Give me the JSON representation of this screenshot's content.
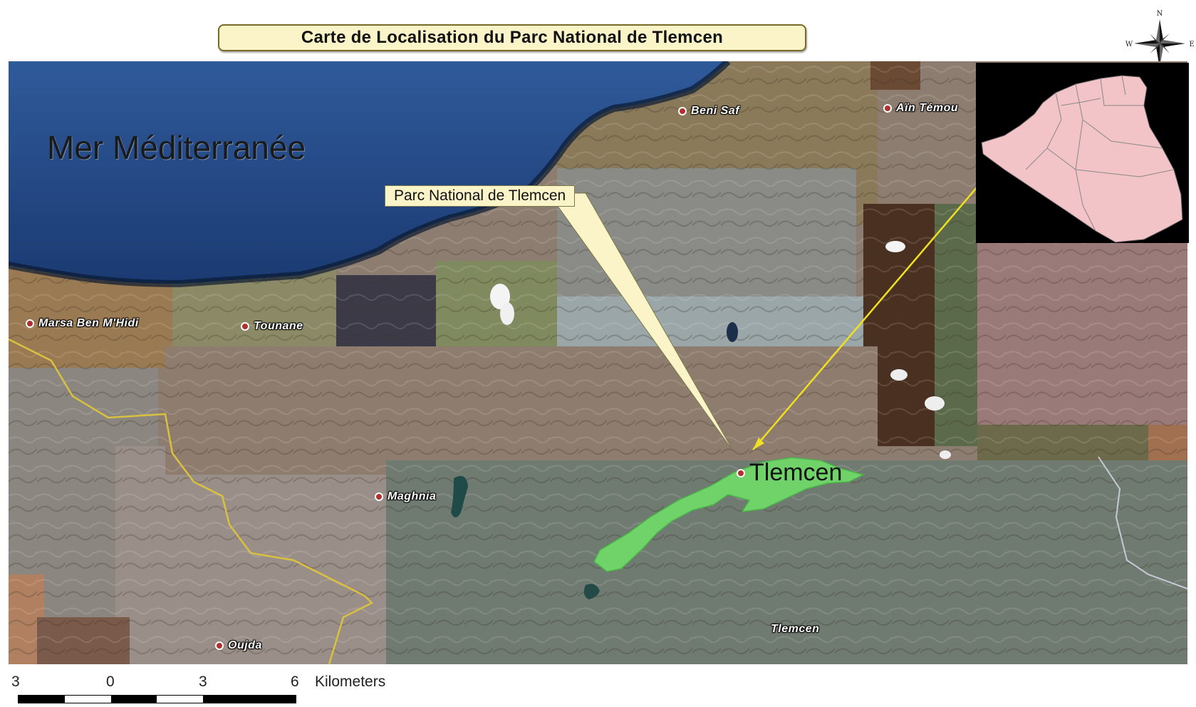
{
  "title": "Carte de Localisation du Parc National de Tlemcen",
  "sea_label": "Mer  Méditerranée",
  "callout_label": "Parc National de Tlemcen",
  "region_label": "Tlemcen",
  "cities": {
    "beni_saf": "Beni Saf",
    "ain_temouchent": "Aïn Témou",
    "marsa": "Marsa Ben M'Hidi",
    "tounane": "Tounane",
    "maghnia": "Maghnia",
    "oujda": "Oujda",
    "tlemcen_bottom": "Tlemcen"
  },
  "compass": {
    "north": "N",
    "west": "W",
    "east": "E"
  },
  "scale": {
    "ticks": [
      "3",
      "0",
      "3",
      "6"
    ],
    "unit": "Kilometers"
  },
  "colors": {
    "sea": "#1e3f7a",
    "park": "#6fd36a",
    "callout_bg": "#fbf4c8",
    "pointer_line": "#f0e020",
    "border_line": "#d8c040",
    "inset_country": "#f2c4c8"
  },
  "icons": {
    "compass": "compass-rose-icon",
    "city": "city-dot-icon"
  }
}
